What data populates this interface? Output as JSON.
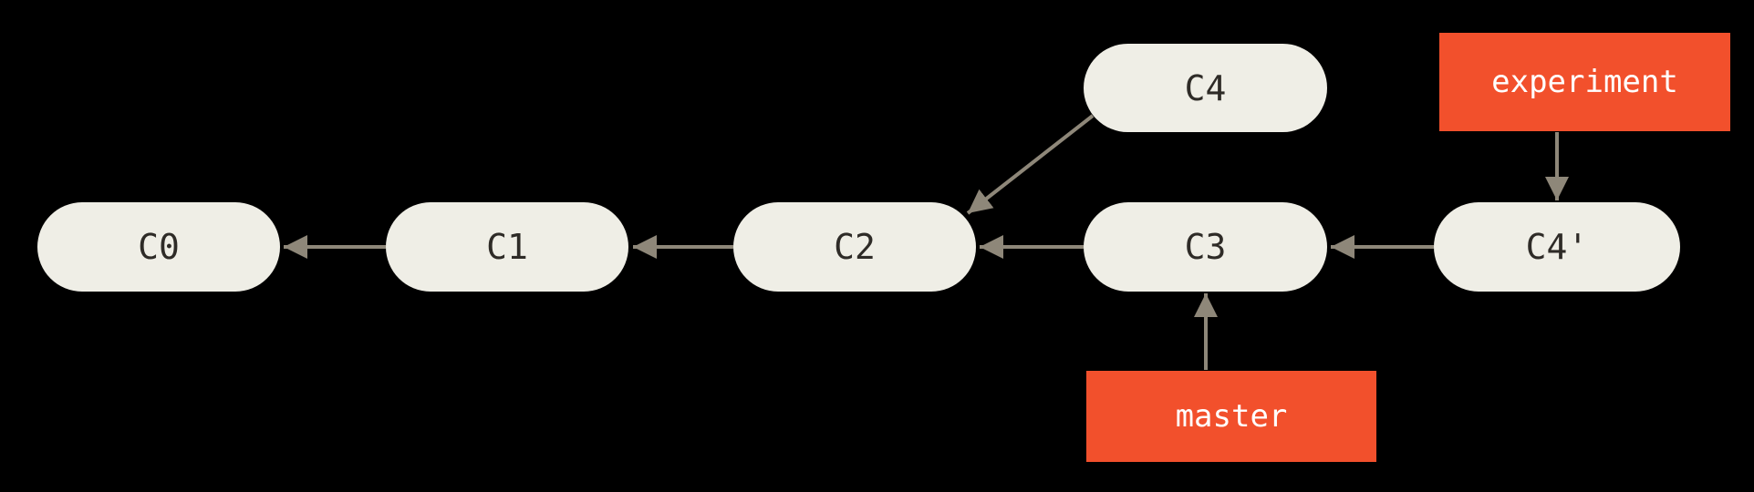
{
  "diagram": {
    "kind": "git-commit-graph",
    "background": "#000000"
  },
  "colors": {
    "page_bg": "#000000",
    "node_fill": "#EFEEE6",
    "node_text": "#2E2B27",
    "branch_fill": "#F2502C",
    "branch_text": "#FFFFFF",
    "arrow": "#8E8779"
  },
  "nodes": [
    {
      "id": "c0",
      "label": "C0"
    },
    {
      "id": "c1",
      "label": "C1"
    },
    {
      "id": "c2",
      "label": "C2"
    },
    {
      "id": "c3",
      "label": "C3"
    },
    {
      "id": "c4",
      "label": "C4"
    },
    {
      "id": "c4-prime",
      "label": "C4'"
    }
  ],
  "branches": [
    {
      "id": "experiment",
      "label": "experiment",
      "points_to": "C4'"
    },
    {
      "id": "master",
      "label": "master",
      "points_to": "C3"
    }
  ],
  "edges": [
    {
      "from": "C1",
      "to": "C0"
    },
    {
      "from": "C2",
      "to": "C1"
    },
    {
      "from": "C3",
      "to": "C2"
    },
    {
      "from": "C4",
      "to": "C2"
    },
    {
      "from": "C4'",
      "to": "C3"
    },
    {
      "from": "experiment",
      "to": "C4'"
    },
    {
      "from": "master",
      "to": "C3"
    }
  ]
}
